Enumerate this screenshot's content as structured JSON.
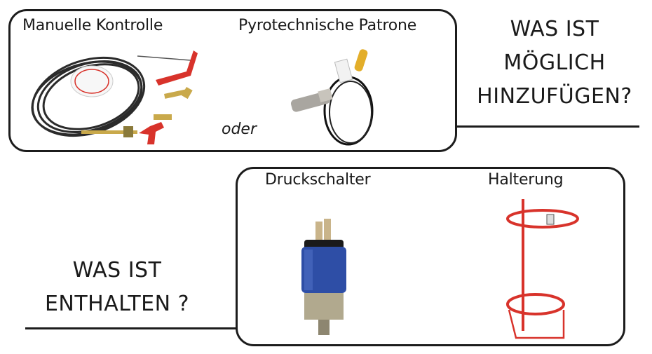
{
  "top_panel": {
    "items": [
      {
        "label": "Manuelle Kontrolle",
        "image": "manual-control-cable-kit"
      },
      {
        "label": "Pyrotechnische Patrone",
        "image": "pyrotechnic-cartridge"
      }
    ],
    "separator": "oder"
  },
  "top_caption": {
    "lines": [
      "WAS IST",
      "MÖGLICH",
      "HINZUFÜGEN?"
    ]
  },
  "bottom_panel": {
    "items": [
      {
        "label": "Druckschalter",
        "image": "pressure-switch"
      },
      {
        "label": "Halterung",
        "image": "mounting-bracket"
      }
    ]
  },
  "bottom_caption": {
    "lines": [
      "WAS IST",
      "ENTHALTEN ?"
    ]
  },
  "colors": {
    "accent_red": "#d8332b",
    "switch_blue": "#2e4ea6",
    "brass": "#c9a94b",
    "cartridge_yellow": "#e3ae2a",
    "outline": "#1c1c1c"
  }
}
